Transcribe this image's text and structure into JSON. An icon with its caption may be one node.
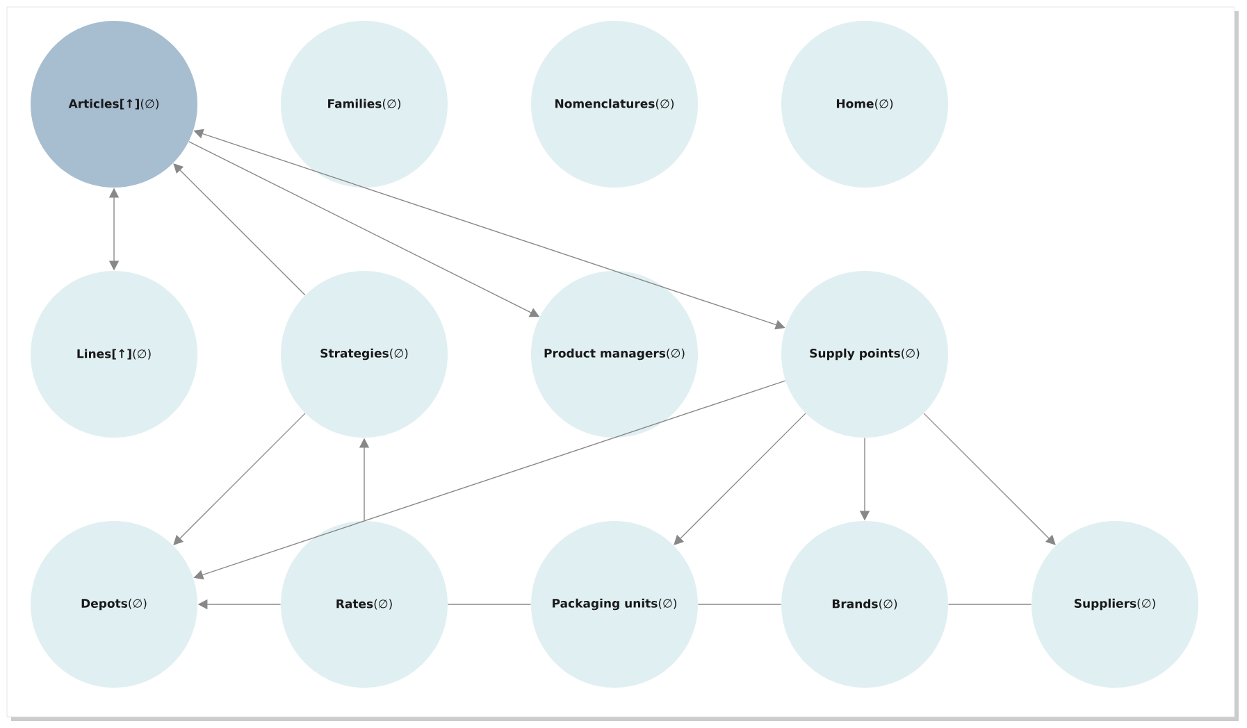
{
  "diagram": {
    "nodes": [
      {
        "text": [
          "**Articles[↑]**(∅)"
        ]
      },
      {
        "text": [
          "**Families**(∅)"
        ]
      },
      {
        "text": [
          "**Nomenclatures**(∅)"
        ]
      },
      {
        "text": [
          "**Home**(∅)"
        ]
      },
      {
        "text": [
          "**Lines[↑]**(∅)"
        ]
      },
      {
        "text": [
          "**Strategies**(∅)"
        ]
      },
      {
        "text": [
          "**Product managers**(∅)"
        ]
      },
      {
        "text": [
          "**Supply points**(∅)"
        ]
      },
      {
        "text": [
          "**Depots**(∅)"
        ]
      },
      {
        "text": [
          "**Rates**(∅)"
        ]
      },
      {
        "text": [
          "**Packaging units**(∅)"
        ]
      },
      {
        "text": [
          "**Brands**(∅)"
        ]
      },
      {
        "text": [
          "**Suppliers**(∅)"
        ]
      }
    ],
    "edges": [
      {
        "from": 0,
        "to": 4,
        "arrow": "both"
      },
      {
        "from": 5,
        "to": 0,
        "arrow": "to"
      },
      {
        "from": 0,
        "to": 6,
        "arrow": "to"
      },
      {
        "from": 0,
        "to": 7,
        "arrow": "both"
      },
      {
        "from": 5,
        "to": 8,
        "arrow": "to"
      },
      {
        "from": 9,
        "to": 5,
        "arrow": "to"
      },
      {
        "from": 7,
        "to": 8,
        "arrow": "to"
      },
      {
        "from": 9,
        "to": 8,
        "arrow": "to"
      },
      {
        "from": 7,
        "to": 10,
        "arrow": "to"
      },
      {
        "from": 7,
        "to": 11,
        "arrow": "to"
      },
      {
        "from": 7,
        "to": 12,
        "arrow": "to"
      },
      {
        "from": 9,
        "to": 10,
        "arrow": "none"
      },
      {
        "from": 10,
        "to": 11,
        "arrow": "none"
      },
      {
        "from": 11,
        "to": 12,
        "arrow": "none"
      }
    ]
  }
}
